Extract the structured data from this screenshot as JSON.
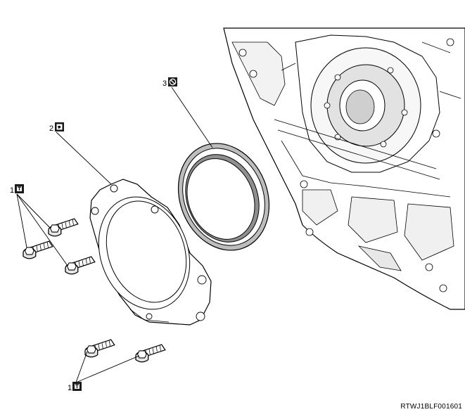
{
  "figure_code": "RTWJ1BLF001601",
  "callouts": [
    {
      "number": "1",
      "symbol": "tightening-torque-icon"
    },
    {
      "number": "2",
      "symbol": "liquid-gasket-icon"
    },
    {
      "number": "3",
      "symbol": "do-not-reuse-icon"
    },
    {
      "number": "1",
      "symbol": "tightening-torque-icon"
    }
  ],
  "colors": {
    "line": "#000000",
    "part_fill": "#ffffff",
    "shade": "#d8d8d8",
    "icon_fill": "#1a1a1a"
  }
}
